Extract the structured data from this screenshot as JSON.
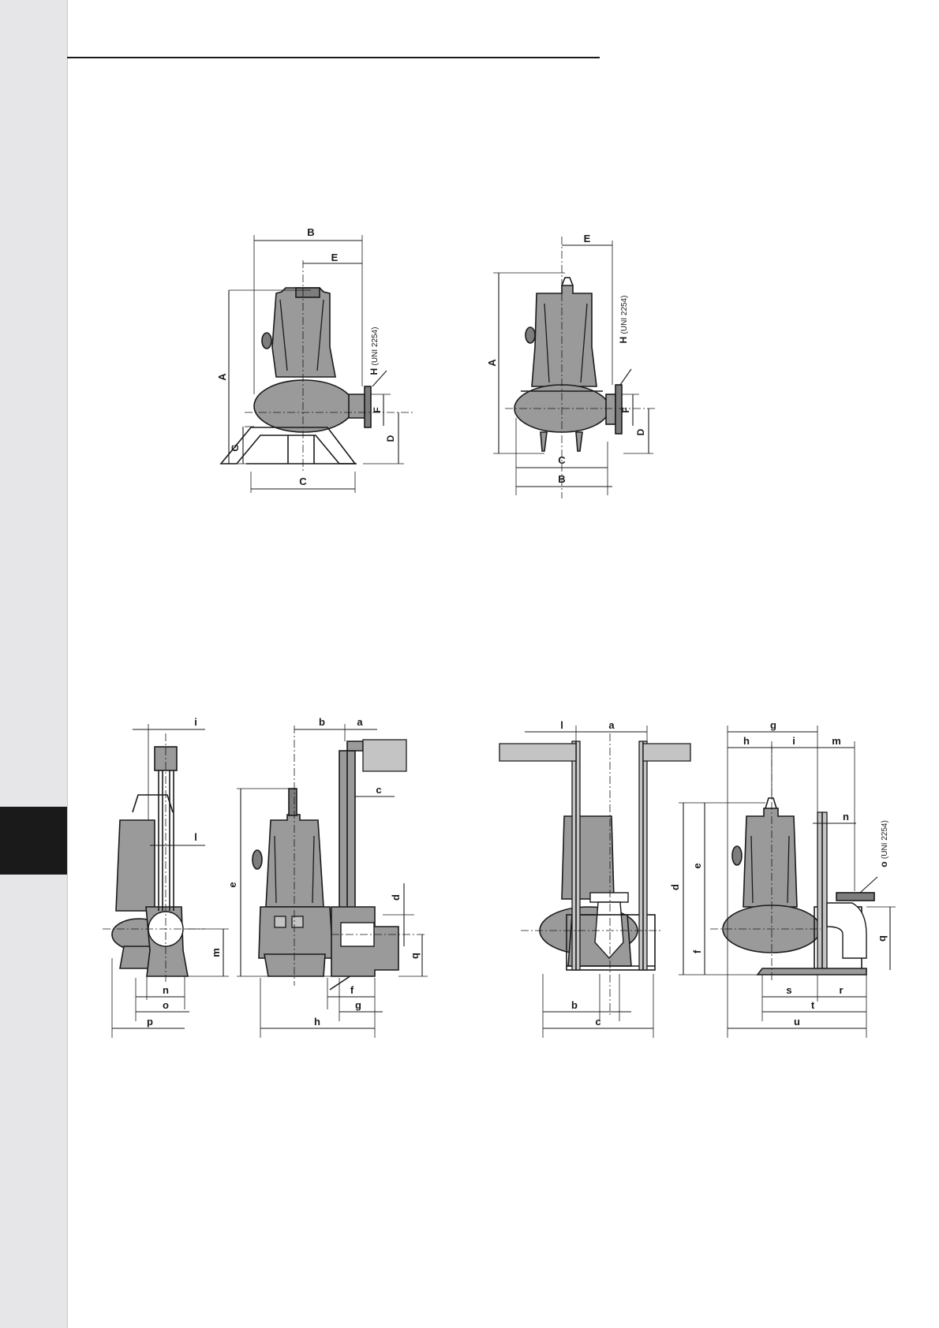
{
  "labels": {
    "fig1": {
      "A": "A",
      "B": "B",
      "E": "E",
      "H": "H",
      "H_std": "(UNI 2254)",
      "F": "F",
      "D": "D",
      "G": "G",
      "C": "C"
    },
    "fig2": {
      "A": "A",
      "B": "B",
      "E": "E",
      "H": "H",
      "H_std": "(UNI 2254)",
      "F": "F",
      "D": "D",
      "C": "C"
    },
    "fig3": {
      "i": "i",
      "l": "l",
      "m": "m",
      "n": "n",
      "o": "o",
      "p": "p"
    },
    "fig4": {
      "a": "a",
      "b": "b",
      "c": "c",
      "d": "d",
      "e": "e",
      "f": "f",
      "g": "g",
      "h": "h",
      "q": "q"
    },
    "fig5": {
      "l": "l",
      "a": "a",
      "b": "b",
      "c": "c"
    },
    "fig6": {
      "g": "g",
      "h": "h",
      "i": "i",
      "m": "m",
      "n": "n",
      "o": "o",
      "o_std": "(UNI 2254)",
      "d": "d",
      "e": "e",
      "f": "f",
      "q": "q",
      "s": "s",
      "r": "r",
      "t": "t",
      "u": "u"
    }
  },
  "colors": {
    "sidebar": "#e6e6e8",
    "sidebar_tab": "#1a1a1a",
    "pump_body": "#9a9a9a",
    "line": "#1a1a1a"
  }
}
